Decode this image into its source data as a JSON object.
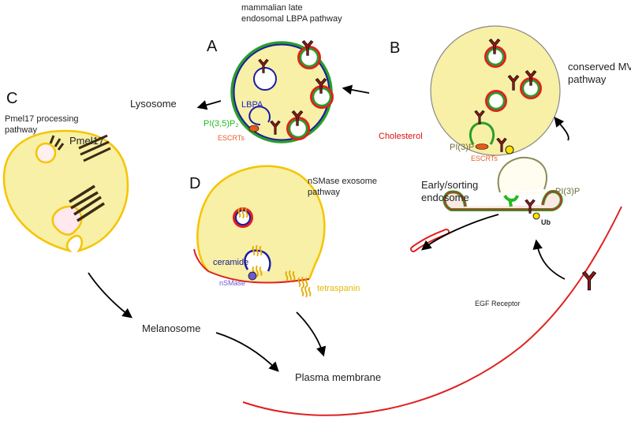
{
  "panels": {
    "A": {
      "letter": "A",
      "title_line1": "mammalian late",
      "title_line2": "endosomal LBPA pathway"
    },
    "B": {
      "letter": "B",
      "title_line1": "conserved MVB",
      "title_line2": "pathway"
    },
    "C": {
      "letter": "C",
      "title_line1": "Pmel17 processing",
      "title_line2": "pathway"
    },
    "D": {
      "letter": "D",
      "title_line1": "nSMase exosome",
      "title_line2": "pathway"
    }
  },
  "labels": {
    "lysosome": "Lysosome",
    "pi35p2": "PI(3,5)P₂",
    "escrts_a": "ESCRTs",
    "lbpa": "LBPA",
    "cholesterol": "Cholesterol",
    "pi3p_b": "PI(3)P",
    "escrts_b": "ESCRTs",
    "early_sorting_line1": "Early/sorting",
    "early_sorting_line2": "endosome",
    "pi3p_early": "PI(3)P",
    "ub": "Ub",
    "egf_receptor": "EGF Receptor",
    "pmel17": "Pmel17",
    "melanosome": "Melanosome",
    "ceramide": "ceramide",
    "nsmase": "nSMase",
    "tetraspanin": "tetraspanin",
    "plasma_membrane": "Plasma membrane"
  },
  "colors": {
    "cell_fill": "#f7f0a6",
    "membrane_red": "#e02020",
    "membrane_green": "#2a9d2a",
    "membrane_blue": "#1a1aa8",
    "membrane_yellow": "#f5c400",
    "receptor": "#8b1a1a",
    "escrt": "#e85a1a",
    "pmel_fiber": "#3b2a14",
    "nsmase_label": "#6a5acd",
    "tetraspanin_label": "#e6b800",
    "pi3p_label": "#6b6b3a",
    "pi35p2_label": "#22bb22",
    "cholesterol_label": "#dd1111",
    "escrt_label": "#e8602a",
    "lbpa_label": "#2222cc"
  }
}
